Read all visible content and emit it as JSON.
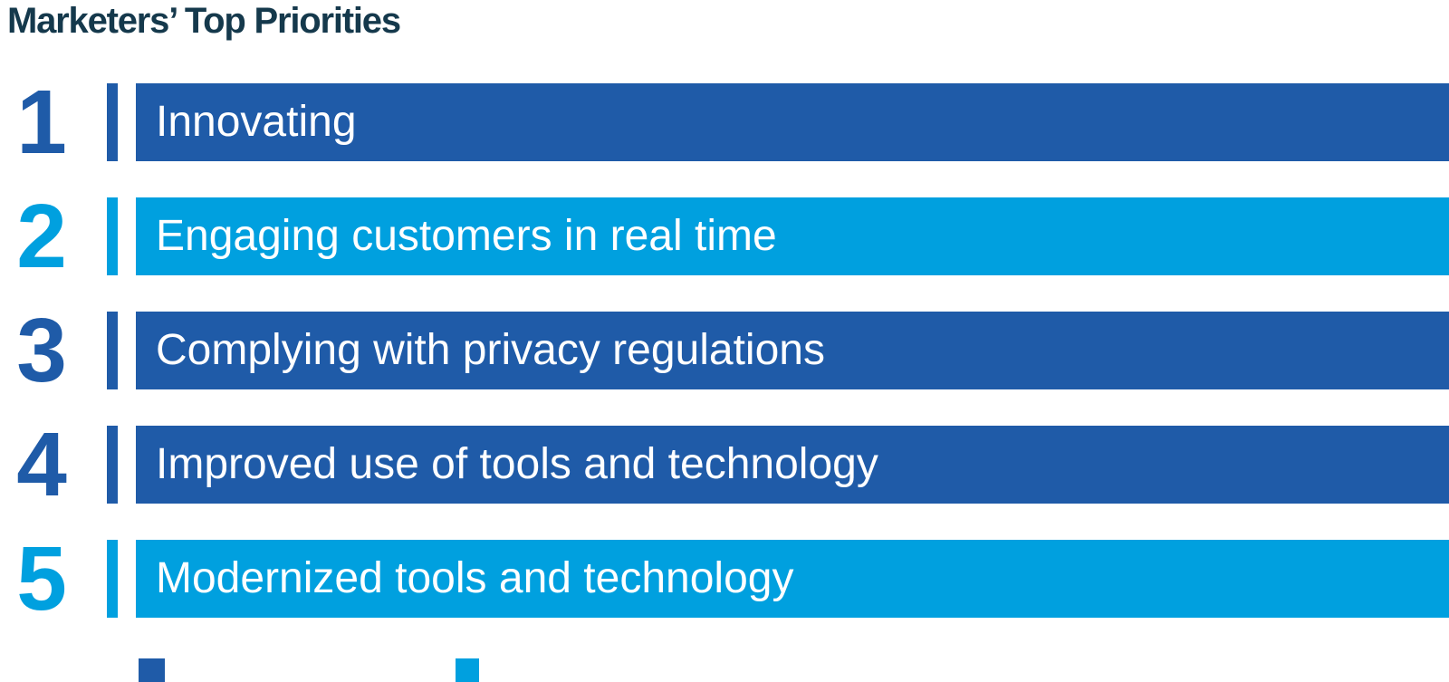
{
  "title": {
    "text": "Marketers’ Top Priorities",
    "color": "#15394c"
  },
  "priorities": [
    {
      "rank": "1",
      "label": "Innovating",
      "color": "#1f5ba8"
    },
    {
      "rank": "2",
      "label": "Engaging customers in real time",
      "color": "#00a0df"
    },
    {
      "rank": "3",
      "label": "Complying with privacy regulations",
      "color": "#1f5ba8"
    },
    {
      "rank": "4",
      "label": "Improved use of tools and technology",
      "color": "#1f5ba8"
    },
    {
      "rank": "5",
      "label": "Modernized tools and technology",
      "color": "#00a0df"
    }
  ],
  "label_text_color": "#ffffff",
  "partial_next_elements": [
    {
      "name": "clipped-square-dark",
      "color": "#1f5ba8"
    },
    {
      "name": "clipped-square-light",
      "color": "#00a0df"
    }
  ],
  "chart_data": {
    "type": "bar",
    "title": "Marketers’ Top Priorities",
    "categories": [
      "Innovating",
      "Engaging customers in real time",
      "Complying with privacy regulations",
      "Improved use of tools and technology",
      "Modernized tools and technology"
    ],
    "values": [
      1,
      2,
      3,
      4,
      5
    ],
    "value_meaning": "rank order (1 = top priority); all bars span full width, magnitude not encoded",
    "xlabel": "",
    "ylabel": "",
    "legend": false,
    "grid": false,
    "bar_colors": [
      "#1f5ba8",
      "#00a0df",
      "#1f5ba8",
      "#1f5ba8",
      "#00a0df"
    ],
    "label_position": "inside-left",
    "rank_numbers_shown": [
      "1",
      "2",
      "3",
      "4",
      "5"
    ]
  }
}
